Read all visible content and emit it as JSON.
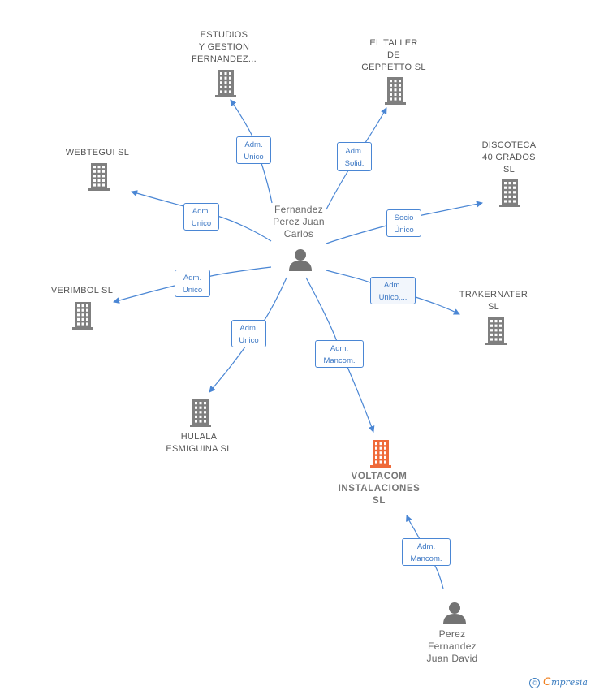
{
  "colors": {
    "edge": "#4a86d4",
    "building": "#7f7f7f",
    "focus_building": "#ef6a3a",
    "person": "#737373"
  },
  "center": {
    "name": "Fernandez\nPerez Juan\nCarlos",
    "icon": "person-icon"
  },
  "companies": [
    {
      "key": "estudios",
      "name": "ESTUDIOS\nY GESTION\nFERNANDEZ...",
      "role": "Adm.\nUnico",
      "icon": "building-icon"
    },
    {
      "key": "taller",
      "name": "EL TALLER\nDE\nGEPPETTO SL",
      "role": "Adm.\nSolid.",
      "icon": "building-icon"
    },
    {
      "key": "webtegui",
      "name": "WEBTEGUI  SL",
      "role": "Adm.\nUnico",
      "icon": "building-icon"
    },
    {
      "key": "discoteca",
      "name": "DISCOTECA\n40 GRADOS\nSL",
      "role": "Socio\nÚnico",
      "icon": "building-icon"
    },
    {
      "key": "verimbol",
      "name": "VERIMBOL SL",
      "role": "Adm.\nUnico",
      "icon": "building-icon"
    },
    {
      "key": "trakernater",
      "name": "TRAKERNATER\nSL",
      "role": "Adm.\nUnico,...",
      "icon": "building-icon"
    },
    {
      "key": "hulala",
      "name": "HULALA\nESMIGUINA SL",
      "role": "Adm.\nUnico",
      "icon": "building-icon"
    },
    {
      "key": "voltacom",
      "name": "VOLTACOM\nINSTALACIONES\nSL",
      "role": "Adm.\nMancom.",
      "icon": "building-icon",
      "focus": true
    }
  ],
  "second_person": {
    "name": "Perez\nFernandez\nJuan David",
    "role": "Adm.\nMancom.",
    "icon": "person-icon"
  },
  "footer": {
    "copyright": "©",
    "brand_initial": "C",
    "brand": "mpresia"
  }
}
